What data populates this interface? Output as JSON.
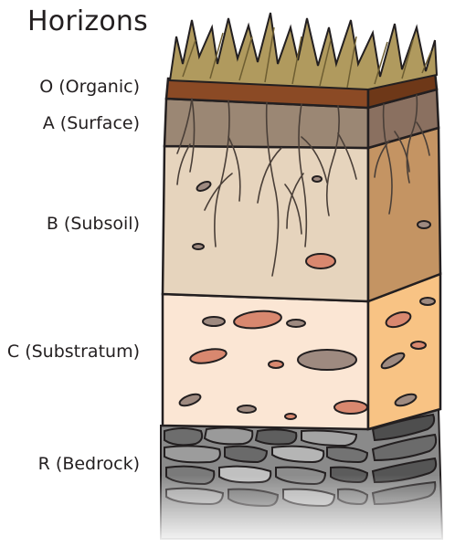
{
  "title": "Horizons",
  "horizons": [
    {
      "id": "O",
      "label": "O (Organic)",
      "color": "#8b4a25"
    },
    {
      "id": "A",
      "label": "A (Surface)",
      "color": "#9b8774"
    },
    {
      "id": "B",
      "label": "B (Subsoil)",
      "color": "#e6d4bd"
    },
    {
      "id": "C",
      "label": "C (Substratum)",
      "color": "#fbe6d4"
    },
    {
      "id": "R",
      "label": "R (Bedrock)",
      "color": "#7d7d7d"
    }
  ],
  "colors": {
    "grass": "#b09a5e",
    "grass_dark": "#6e5e32",
    "outline": "#231f20",
    "side_b": "#c49463",
    "side_c": "#f8c384",
    "pebble_pink": "#d9886f",
    "pebble_gray": "#9e8a80"
  }
}
